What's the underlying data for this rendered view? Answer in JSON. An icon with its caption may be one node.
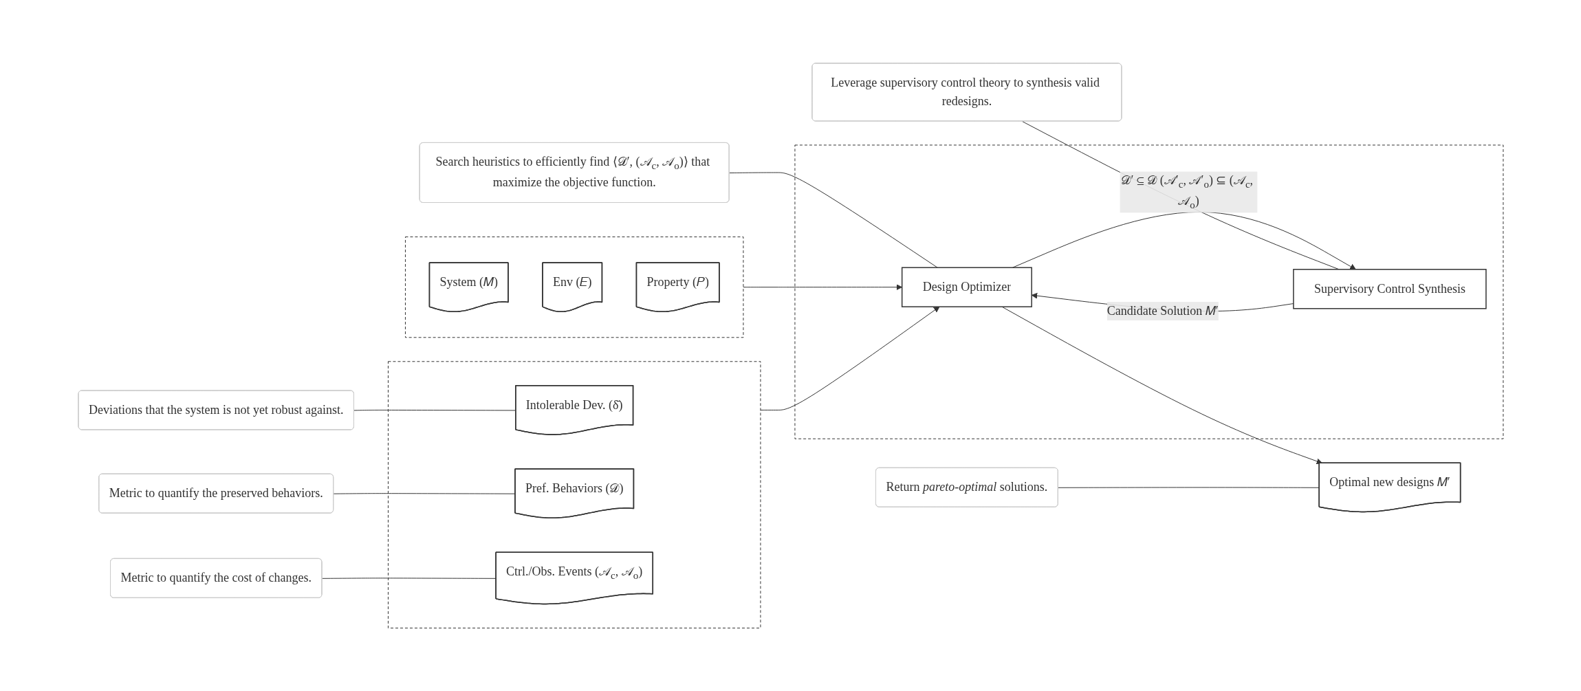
{
  "diagram": {
    "nodes": [
      {
        "text": [],
        "shape": "box"
      },
      {
        "text": [
          "System (𝑀)"
        ],
        "in": 0
      },
      {
        "text": [
          "Env (𝐸)"
        ],
        "in": 0
      },
      {
        "text": [
          "Property (𝑃)"
        ],
        "in": 0
      },
      {
        "text": [],
        "shape": "box"
      },
      {
        "text": [
          "Intolerable Dev. (δ̄)"
        ],
        "in": 4
      },
      {
        "text": [
          "Pref. Behaviors (𝒟)"
        ],
        "in": 4
      },
      {
        "text": [
          "Ctrl./Obs. Events (𝒜$_{c}$, 𝒜$_{o}$)"
        ],
        "in": 4
      },
      {
        "text": [],
        "shape": "box"
      },
      {
        "text": [
          "Design Optimizer"
        ],
        "in": 8
      },
      {
        "text": [
          "Supervisory Control Synthesis"
        ],
        "in": 8
      },
      {
        "text": [
          "Optimal new designs 𝑀′"
        ]
      },
      {
        "text": [
          "Search heuristics to efficiently find ⟨𝒟′, (𝒜$_{c}$, 𝒜$_{o}$)⟩ that maximize the objective function."
        ]
      },
      {
        "text": [
          "Leverage supervisory control theory to synthesis valid redesigns."
        ]
      },
      {
        "text": [
          "Deviations that the system is not yet robust against."
        ]
      },
      {
        "text": [
          "Metric to quantify the preserved behaviors."
        ]
      },
      {
        "text": [
          "Metric to quantify the cost of changes."
        ]
      },
      {
        "text": [
          "Return *pareto-optimal* solutions."
        ]
      }
    ],
    "edges": [
      {
        "from": 0,
        "to": 9,
        "arrow": "to"
      },
      {
        "from": 4,
        "to": 9,
        "arrow": "to"
      },
      {
        "from": 9,
        "to": 10,
        "arrow": "to",
        "label": "𝒟′ ⊆ 𝒟 (𝒜′$_{c}$, 𝒜′$_{o}$) ⊆ (𝒜$_{c}$, 𝒜$_{o}$)"
      },
      {
        "from": 10,
        "to": 9,
        "arrow": "to",
        "label": "Candidate Solution 𝑀′"
      },
      {
        "from": 9,
        "to": 11,
        "arrow": "to"
      },
      {
        "from": 12,
        "to": 9,
        "arrow": "none"
      },
      {
        "from": 13,
        "to": 10,
        "arrow": "none"
      },
      {
        "from": 14,
        "to": 5,
        "arrow": "none"
      },
      {
        "from": 15,
        "to": 6,
        "arrow": "none"
      },
      {
        "from": 16,
        "to": 7,
        "arrow": "none"
      },
      {
        "from": 17,
        "to": 11,
        "arrow": "none"
      }
    ]
  }
}
